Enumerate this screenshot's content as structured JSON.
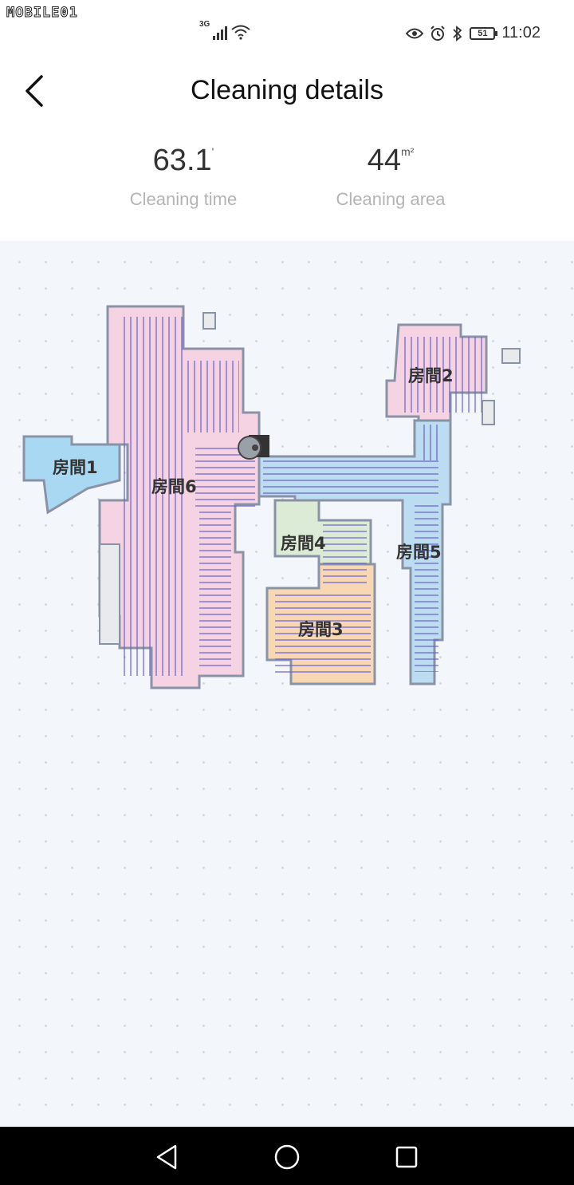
{
  "status_bar": {
    "watermark": "MOBILE01",
    "network_type": "3G",
    "battery_level": "51",
    "time": "11:02"
  },
  "header": {
    "title": "Cleaning details",
    "back_icon": "chevron-left-icon"
  },
  "stats": {
    "cleaning_time": {
      "value": "63.1",
      "unit": "'",
      "label": "Cleaning time"
    },
    "cleaning_area": {
      "value": "44",
      "unit": "m²",
      "label": "Cleaning area"
    }
  },
  "map": {
    "rooms": [
      {
        "id": "room1",
        "label": "房間1",
        "color": "#a9d8f2"
      },
      {
        "id": "room2",
        "label": "房間2",
        "color": "#f5d3e3"
      },
      {
        "id": "room3",
        "label": "房間3",
        "color": "#f8d8b4"
      },
      {
        "id": "room4",
        "label": "房間4",
        "color": "#dcebd6"
      },
      {
        "id": "room5",
        "label": "房間5",
        "color": "#bcdcf2"
      },
      {
        "id": "room6",
        "label": "房間6",
        "color": "#f5d3e3"
      }
    ],
    "path_color": "#5b55d6",
    "wall_color": "#8a93a6",
    "dock_icon": "charging-dock-icon",
    "robot_icon": "robot-vacuum-icon"
  },
  "nav_bar": {
    "back_icon": "triangle-back-icon",
    "home_icon": "circle-home-icon",
    "recents_icon": "square-recents-icon"
  }
}
